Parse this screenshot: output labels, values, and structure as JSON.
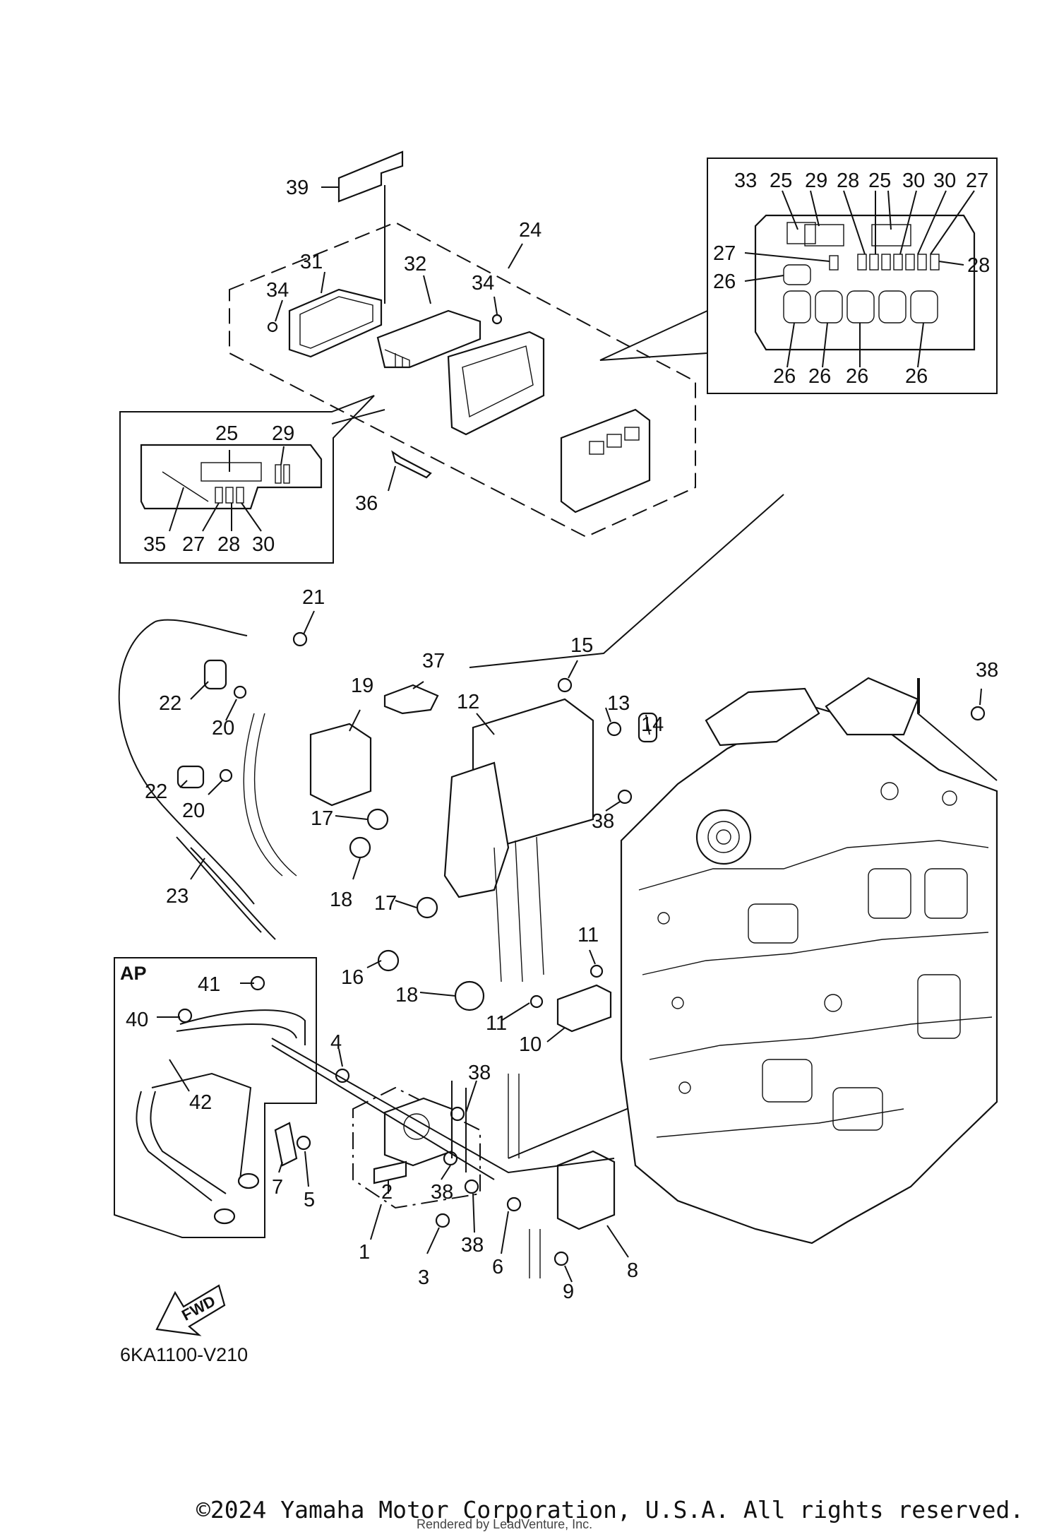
{
  "diagram": {
    "catalog_code": "6KA1100-V210",
    "inset_label": "AP",
    "fwd_label": "FWD",
    "copyright": "©2024 Yamaha Motor Corporation, U.S.A. All rights reserved.",
    "rendered_by": "Rendered by LeadVenture, Inc.",
    "callouts": [
      {
        "id": "c39",
        "text": "39"
      },
      {
        "id": "c24",
        "text": "24"
      },
      {
        "id": "c31",
        "text": "31"
      },
      {
        "id": "c32",
        "text": "32"
      },
      {
        "id": "c34a",
        "text": "34"
      },
      {
        "id": "c34b",
        "text": "34"
      },
      {
        "id": "c36",
        "text": "36"
      },
      {
        "id": "c25a",
        "text": "25"
      },
      {
        "id": "c29a",
        "text": "29"
      },
      {
        "id": "c35",
        "text": "35"
      },
      {
        "id": "c27a",
        "text": "27"
      },
      {
        "id": "c28a",
        "text": "28"
      },
      {
        "id": "c30a",
        "text": "30"
      },
      {
        "id": "c33",
        "text": "33"
      },
      {
        "id": "c25b",
        "text": "25"
      },
      {
        "id": "c29b",
        "text": "29"
      },
      {
        "id": "c28b",
        "text": "28"
      },
      {
        "id": "c25c",
        "text": "25"
      },
      {
        "id": "c30b",
        "text": "30"
      },
      {
        "id": "c30c",
        "text": "30"
      },
      {
        "id": "c27b",
        "text": "27"
      },
      {
        "id": "c27c",
        "text": "27"
      },
      {
        "id": "c28c",
        "text": "28"
      },
      {
        "id": "c26a",
        "text": "26"
      },
      {
        "id": "c26b",
        "text": "26"
      },
      {
        "id": "c26c",
        "text": "26"
      },
      {
        "id": "c26d",
        "text": "26"
      },
      {
        "id": "c26e",
        "text": "26"
      },
      {
        "id": "c21",
        "text": "21"
      },
      {
        "id": "c22a",
        "text": "22"
      },
      {
        "id": "c20a",
        "text": "20"
      },
      {
        "id": "c19",
        "text": "19"
      },
      {
        "id": "c22b",
        "text": "22"
      },
      {
        "id": "c20b",
        "text": "20"
      },
      {
        "id": "c37",
        "text": "37"
      },
      {
        "id": "c12",
        "text": "12"
      },
      {
        "id": "c15",
        "text": "15"
      },
      {
        "id": "c13",
        "text": "13"
      },
      {
        "id": "c14",
        "text": "14"
      },
      {
        "id": "c38a",
        "text": "38"
      },
      {
        "id": "c38b",
        "text": "38"
      },
      {
        "id": "c17a",
        "text": "17"
      },
      {
        "id": "c18a",
        "text": "18"
      },
      {
        "id": "c23",
        "text": "23"
      },
      {
        "id": "c17b",
        "text": "17"
      },
      {
        "id": "c16",
        "text": "16"
      },
      {
        "id": "c18b",
        "text": "18"
      },
      {
        "id": "c11a",
        "text": "11"
      },
      {
        "id": "c11b",
        "text": "11"
      },
      {
        "id": "c10",
        "text": "10"
      },
      {
        "id": "c41",
        "text": "41"
      },
      {
        "id": "c40",
        "text": "40"
      },
      {
        "id": "c42",
        "text": "42"
      },
      {
        "id": "c4",
        "text": "4"
      },
      {
        "id": "c38c",
        "text": "38"
      },
      {
        "id": "c7",
        "text": "7"
      },
      {
        "id": "c5",
        "text": "5"
      },
      {
        "id": "c2",
        "text": "2"
      },
      {
        "id": "c38d",
        "text": "38"
      },
      {
        "id": "c38e",
        "text": "38"
      },
      {
        "id": "c1",
        "text": "1"
      },
      {
        "id": "c3",
        "text": "3"
      },
      {
        "id": "c6",
        "text": "6"
      },
      {
        "id": "c8",
        "text": "8"
      },
      {
        "id": "c9",
        "text": "9"
      }
    ]
  }
}
